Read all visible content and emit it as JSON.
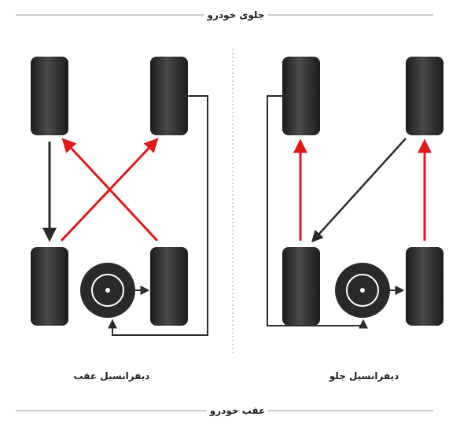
{
  "labels": {
    "front": "جلوی خودرو",
    "rear": "عقب خودرو",
    "left_diagram": "دیفرانسیل عقب",
    "right_diagram": "دیفرانسیل جلو"
  },
  "colors": {
    "tire": "#232323",
    "tire_highlight": "#4a4a4a",
    "red_arrow": "#e01919",
    "dark_arrow": "#2b2b2b",
    "divider": "#9a9a9a",
    "spare_ring": "#ffffff"
  },
  "icons": {
    "tire": "tire-icon",
    "spare": "spare-wheel-icon"
  }
}
